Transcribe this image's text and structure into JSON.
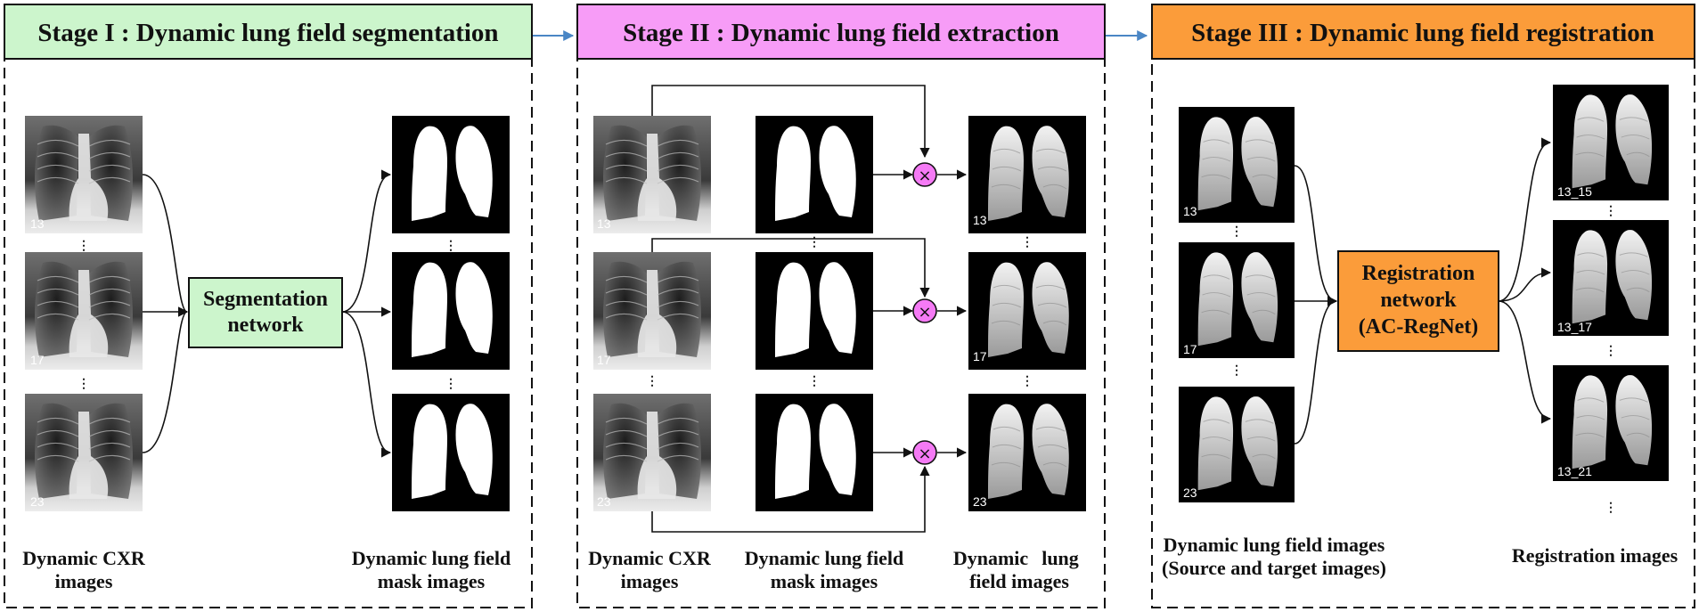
{
  "colors": {
    "stage1": "#ccf5cc",
    "stage2": "#f79cf7",
    "stage3": "#fb9c3a",
    "multiply_node": "#f57af5",
    "connector_arrow": "#4a86c5"
  },
  "stage1": {
    "title": "Stage I : Dynamic lung field segmentation",
    "cxr_labels": [
      "13",
      "17",
      "23"
    ],
    "network_line1": "Segmentation",
    "network_line2": "network",
    "caption_left_line1": "Dynamic CXR",
    "caption_left_line2": "images",
    "caption_right_line1": "Dynamic lung field",
    "caption_right_line2": "mask images"
  },
  "stage2": {
    "title": "Stage II : Dynamic lung field extraction",
    "cxr_labels": [
      "13",
      "17",
      "23"
    ],
    "field_labels": [
      "13",
      "17",
      "23"
    ],
    "multiply_symbol": "×",
    "caption_1_line1": "Dynamic CXR",
    "caption_1_line2": "images",
    "caption_2_line1": "Dynamic lung field",
    "caption_2_line2": "mask images",
    "caption_3_line1": "Dynamic",
    "caption_3_line2": "lung",
    "caption_3_line3": "field images"
  },
  "stage3": {
    "title": "Stage III : Dynamic lung field registration",
    "source_labels": [
      "13",
      "17",
      "23"
    ],
    "network_line1": "Registration",
    "network_line2": "network",
    "network_line3": "(AC-RegNet)",
    "output_labels": [
      "13_15",
      "13_17",
      "13_21"
    ],
    "caption_left_line1": "Dynamic lung field images",
    "caption_left_line2": "(Source and target images)",
    "caption_right": "Registration  images"
  },
  "ellipsis": "⋮"
}
